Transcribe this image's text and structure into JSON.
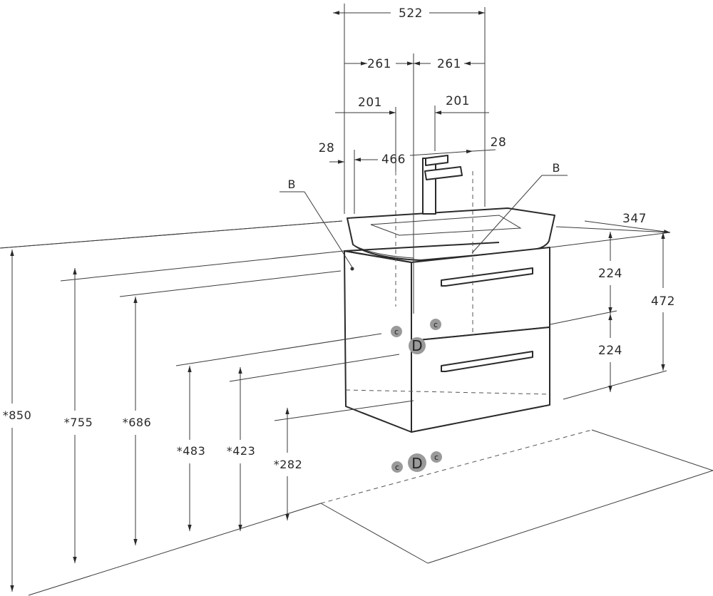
{
  "dimensions": {
    "total_width": "522",
    "half_left": "261",
    "half_right": "261",
    "offset_left": "201",
    "offset_right": "201",
    "side_left": "28",
    "side_right": "28",
    "inner_width": "466",
    "depth": "347",
    "cabinet_height": "472",
    "drawer_upper": "224",
    "drawer_lower": "224",
    "height_850": "*850",
    "height_755": "*755",
    "height_686": "*686",
    "height_483": "*483",
    "height_423": "*423",
    "height_282": "*282"
  },
  "markers": {
    "b_left": "B",
    "b_right": "B",
    "c": "c",
    "d": "D"
  }
}
